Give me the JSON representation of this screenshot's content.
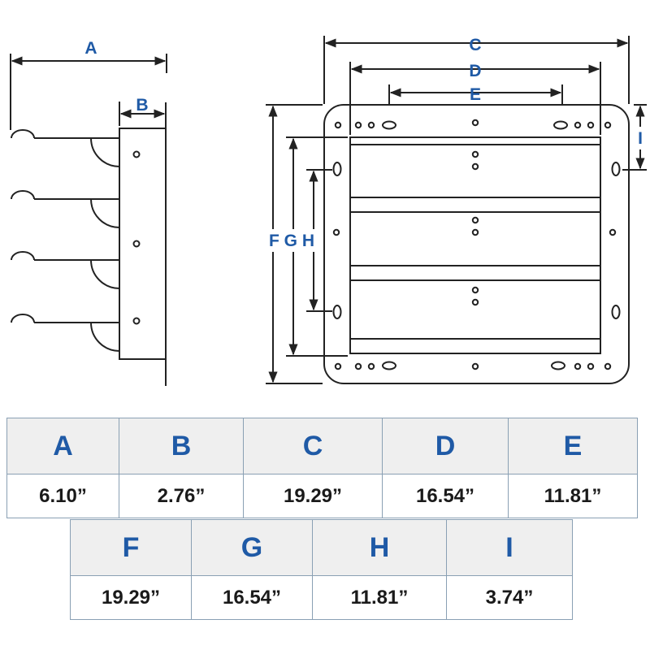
{
  "diagram": {
    "side_labels": [
      "A",
      "B"
    ],
    "front_labels": [
      "C",
      "D",
      "E",
      "F G H",
      "I"
    ]
  },
  "table_top": {
    "headers": [
      "A",
      "B",
      "C",
      "D",
      "E"
    ],
    "values": [
      "6.10”",
      "2.76”",
      "19.29”",
      "16.54”",
      "11.81”"
    ]
  },
  "table_bottom": {
    "headers": [
      "F",
      "G",
      "H",
      "I"
    ],
    "values": [
      "19.29”",
      "16.54”",
      "11.81”",
      "3.74”"
    ]
  },
  "colors": {
    "label_blue": "#1f5aa6",
    "line": "#222222",
    "grid": "#8aa0b4",
    "header_bg": "#efefef"
  }
}
